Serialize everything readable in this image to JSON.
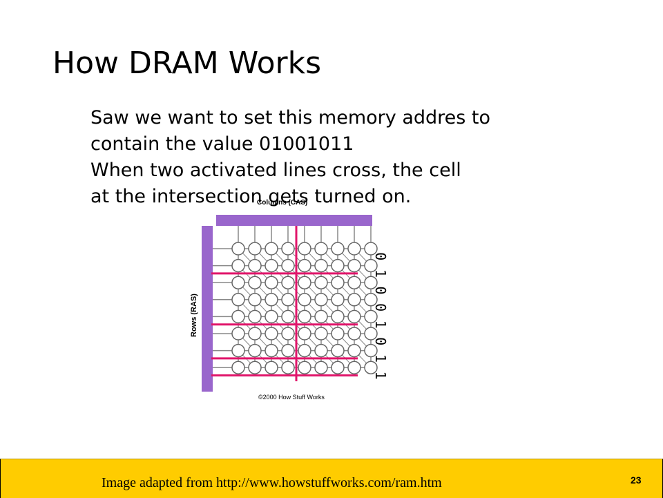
{
  "slide": {
    "title": "How DRAM Works",
    "body_lines": [
      "Saw we want to set this memory addres to",
      "contain the value 01001011",
      "When two activated lines cross, the cell",
      "at the intersection gets turned on."
    ]
  },
  "diagram": {
    "columns_label": "Columns (CAS)",
    "rows_label": "Rows (RAS)",
    "copyright": "©2000 How Stuff Works",
    "bits": [
      "0",
      "1",
      "0",
      "0",
      "1",
      "0",
      "1",
      "1"
    ],
    "grid_rows": 8,
    "grid_cols": 9,
    "active_column_index": 3,
    "colors": {
      "bus": "#9966cc",
      "active_line": "#e0156a",
      "wire": "#888888",
      "cell_fill": "#ffffff",
      "cell_stroke": "#666666"
    }
  },
  "footer": {
    "credit": "Image adapted from http://www.howstuffworks.com/ram.htm",
    "page_number": "23",
    "background": "#ffcc00"
  }
}
